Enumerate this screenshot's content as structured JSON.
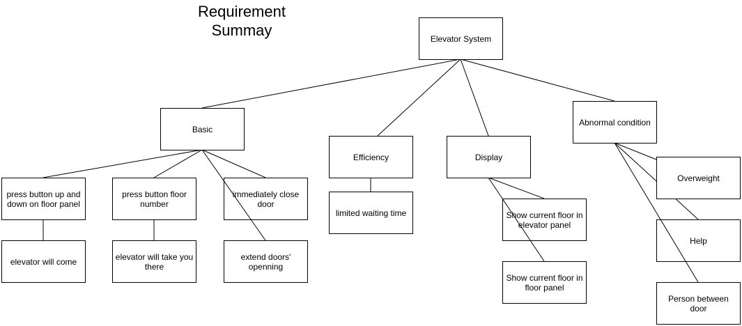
{
  "title": {
    "line1": "Requirement",
    "line2": "Summay"
  },
  "nodes": {
    "root": "Elevator System",
    "basic": "Basic",
    "efficiency": "Efficiency",
    "display": "Display",
    "abnormal": "Abnormal condition",
    "press_updown": "press button up and down on floor panel",
    "press_floor": "press button floor number",
    "close_door": "immediately close door",
    "elevator_come": "elevator will come",
    "take_there": "elevator will take you there",
    "extend_doors": "extend doors' openning",
    "limited_wait": "limited waiting time",
    "show_elevator_panel": "Show current floor in elevator panel",
    "show_floor_panel": "Show current floor in floor panel",
    "overweight": "Overweight",
    "help": "Help",
    "person_door": "Person between door"
  }
}
